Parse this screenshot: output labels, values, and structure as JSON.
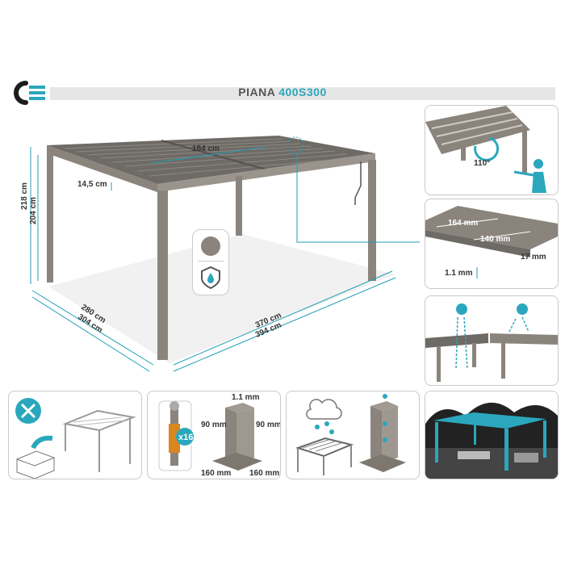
{
  "header": {
    "title_model": "PIANA",
    "title_code": "400S300"
  },
  "main": {
    "top_width": "184 cm",
    "beam_height": "14,5 cm",
    "total_height": "218 cm",
    "clear_height": "204 cm",
    "depth_inner": "280 cm",
    "depth_outer": "304 cm",
    "width_inner": "370 cm",
    "width_outer": "394 cm"
  },
  "panels": {
    "angle": "110°",
    "slat_width": "164 mm",
    "slat_inner": "140 mm",
    "slat_height": "17 mm",
    "slat_thickness": "1.1 mm"
  },
  "bottom": {
    "bolts_count": "x16",
    "post_thickness": "1.1 mm",
    "post_side_left": "90 mm",
    "post_side_right": "90 mm",
    "base_left": "160 mm",
    "base_right": "160 mm"
  },
  "colors": {
    "accent": "#2aa7bd",
    "frame": "#8a847d",
    "roof": "#6e6a66",
    "dim_line": "#1f9fb5"
  }
}
